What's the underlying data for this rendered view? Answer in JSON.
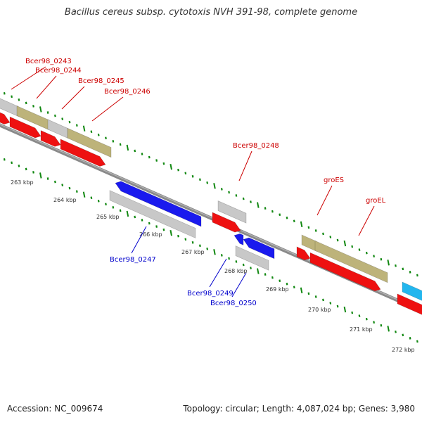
{
  "title": "Bacillus cereus subsp. cytotoxis NVH 391-98, complete genome",
  "footer": {
    "accession": "Accession: NC_009674",
    "summary": "Topology: circular; Length: 4,087,024 bp; Genes: 3,980"
  },
  "scale": {
    "unit": "kbp",
    "ticks": [
      "263 kbp",
      "264 kbp",
      "265 kbp",
      "266 kbp",
      "267 kbp",
      "268 kbp",
      "269 kbp",
      "270 kbp",
      "271 kbp",
      "272 kbp"
    ]
  },
  "colors": {
    "forward_cds": "#ee1111",
    "reverse_cds": "#1a1aee",
    "gene_other": "#c8c8c8",
    "gene_function": "#bdb37a",
    "cyan_feature": "#22b6ee",
    "tick": "#118811",
    "forward_label": "#cc0000",
    "reverse_label": "#0000cc"
  },
  "labels": {
    "forward": [
      "Bcer98_0243",
      "Bcer98_0244",
      "Bcer98_0245",
      "Bcer98_0246",
      "Bcer98_0248",
      "groES",
      "groEL"
    ],
    "reverse": [
      "Bcer98_0247",
      "Bcer98_0249",
      "Bcer98_0250"
    ]
  }
}
